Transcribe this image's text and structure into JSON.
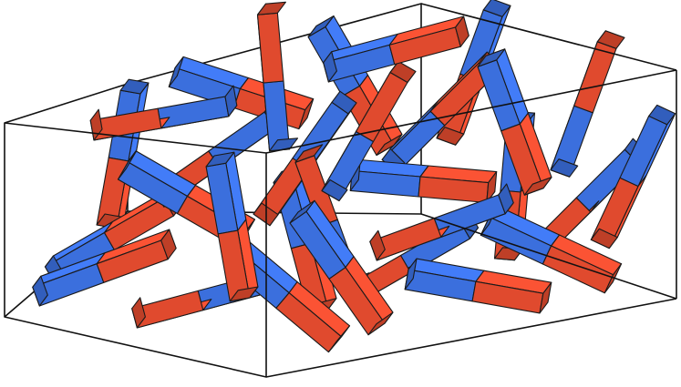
{
  "figure": {
    "caption": "",
    "colors": {
      "pole_a": "#3b6fdd",
      "pole_b": "#e04a2e",
      "edge": "#111111",
      "background": "#ffffff"
    },
    "rod_count": 30,
    "rod_orientations_deg": [
      100,
      18,
      -30,
      145,
      60,
      110,
      -20,
      165,
      75,
      -45,
      30,
      125,
      5,
      -70,
      95,
      150,
      40,
      -110,
      10,
      135,
      -60,
      80,
      25,
      170,
      -15,
      115,
      55,
      -95,
      160,
      70
    ]
  }
}
